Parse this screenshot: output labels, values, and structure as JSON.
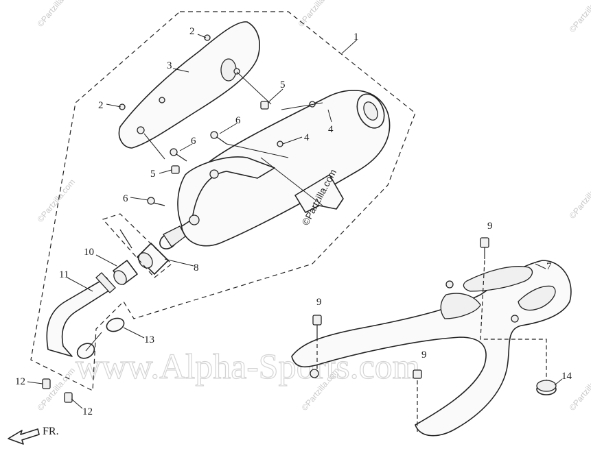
{
  "callouts": {
    "c1": "1",
    "c2a": "2",
    "c2b": "2",
    "c3": "3",
    "c4a": "4",
    "c4b": "4",
    "c5a": "5",
    "c5b": "5",
    "c6a": "6",
    "c6b": "6",
    "c6c": "6",
    "c7": "7",
    "c8": "8",
    "c9a": "9",
    "c9b": "9",
    "c9c": "9",
    "c10": "10",
    "c11": "11",
    "c12a": "12",
    "c12b": "12",
    "c13": "13",
    "c14": "14"
  },
  "direction_label": "FR.",
  "watermarks": {
    "partzilla": "©Partzilla.com",
    "alpha": "www.Alpha-Sports.com"
  }
}
